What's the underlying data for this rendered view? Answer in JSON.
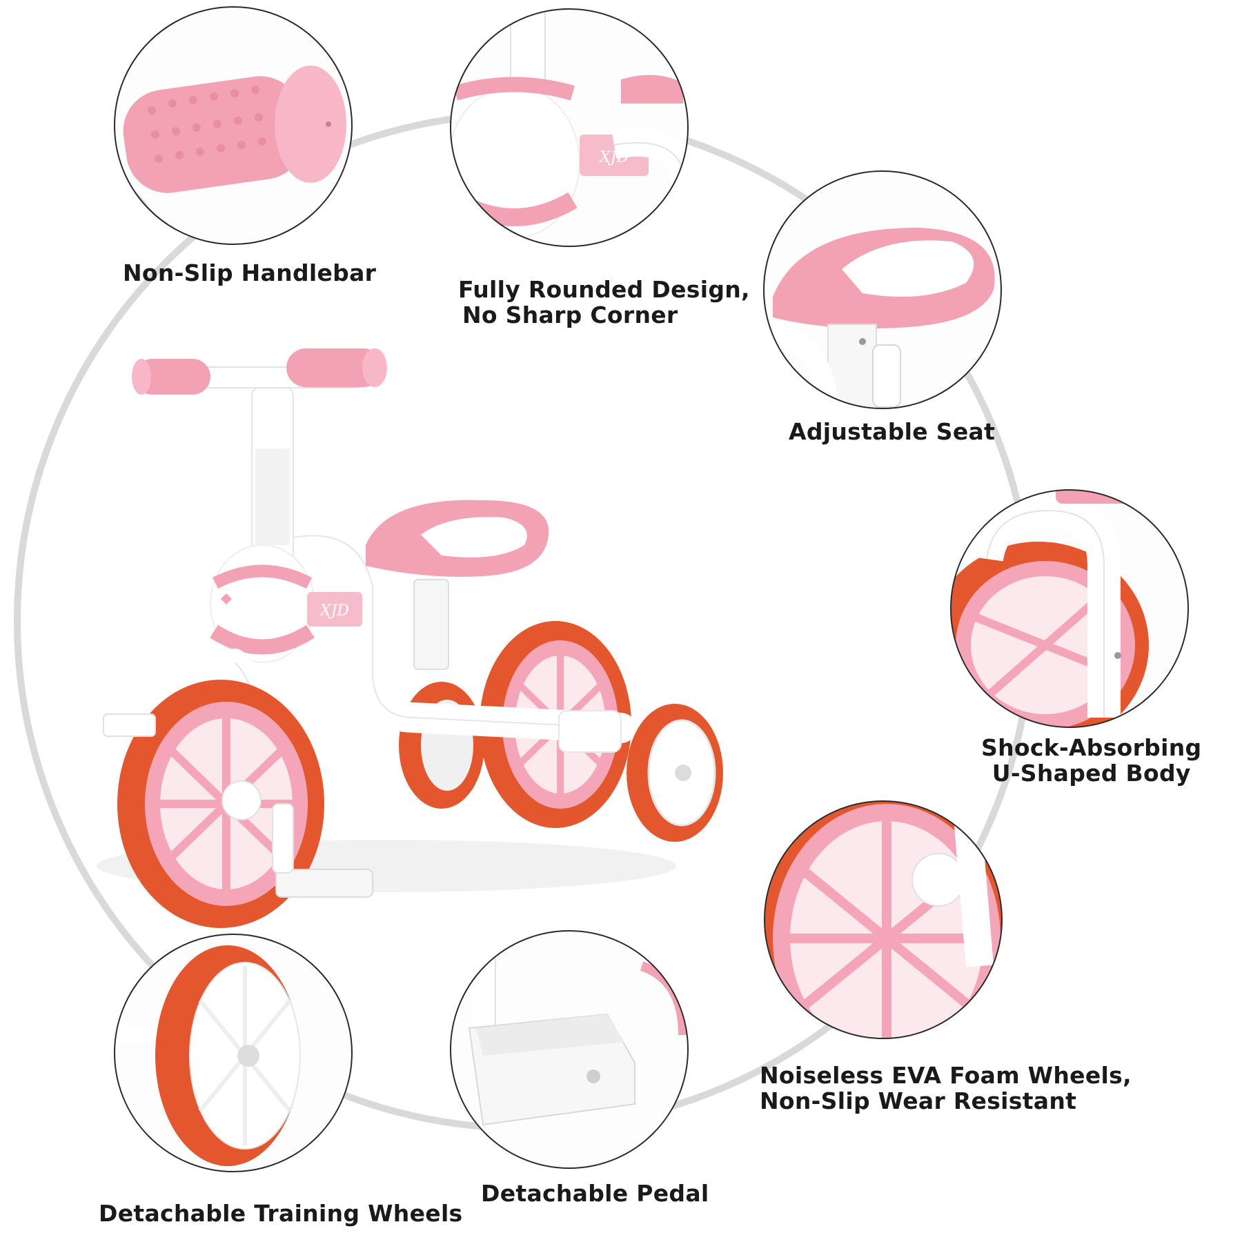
{
  "brand": "XJD",
  "colors": {
    "pink": "#f3a2b4",
    "pink_light": "#f8c4cf",
    "orange": "#e4572e",
    "white": "#ffffff",
    "gray_ring": "#d5d5d5",
    "text": "#1a1a1a"
  },
  "features": [
    {
      "id": "handlebar",
      "lines": [
        "Non-Slip Handlebar"
      ]
    },
    {
      "id": "rounded",
      "lines": [
        "Fully Rounded Design,",
        "No Sharp Corner"
      ]
    },
    {
      "id": "seat",
      "lines": [
        "Adjustable Seat"
      ]
    },
    {
      "id": "body",
      "lines": [
        "Shock-Absorbing",
        "U-Shaped Body"
      ]
    },
    {
      "id": "wheels",
      "lines": [
        "Noiseless EVA Foam Wheels,",
        "Non-Slip Wear Resistant"
      ]
    },
    {
      "id": "pedal",
      "lines": [
        "Detachable Pedal"
      ]
    },
    {
      "id": "training",
      "lines": [
        "Detachable Training Wheels"
      ]
    }
  ]
}
